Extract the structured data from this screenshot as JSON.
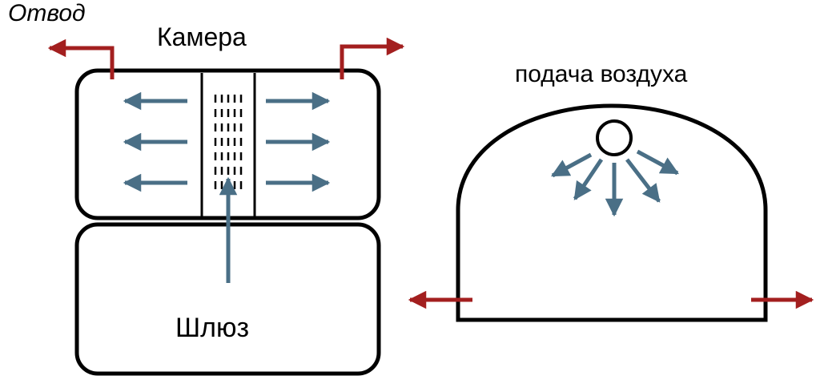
{
  "labels": {
    "exhaust": "Отвод",
    "chamber": "Камера",
    "air_supply": "подача воздуха",
    "airlock": "Шлюз"
  },
  "colors": {
    "outline": "#000000",
    "air_flow": "#4a6f86",
    "exhaust_flow": "#a31f1f",
    "background": "#ffffff"
  }
}
